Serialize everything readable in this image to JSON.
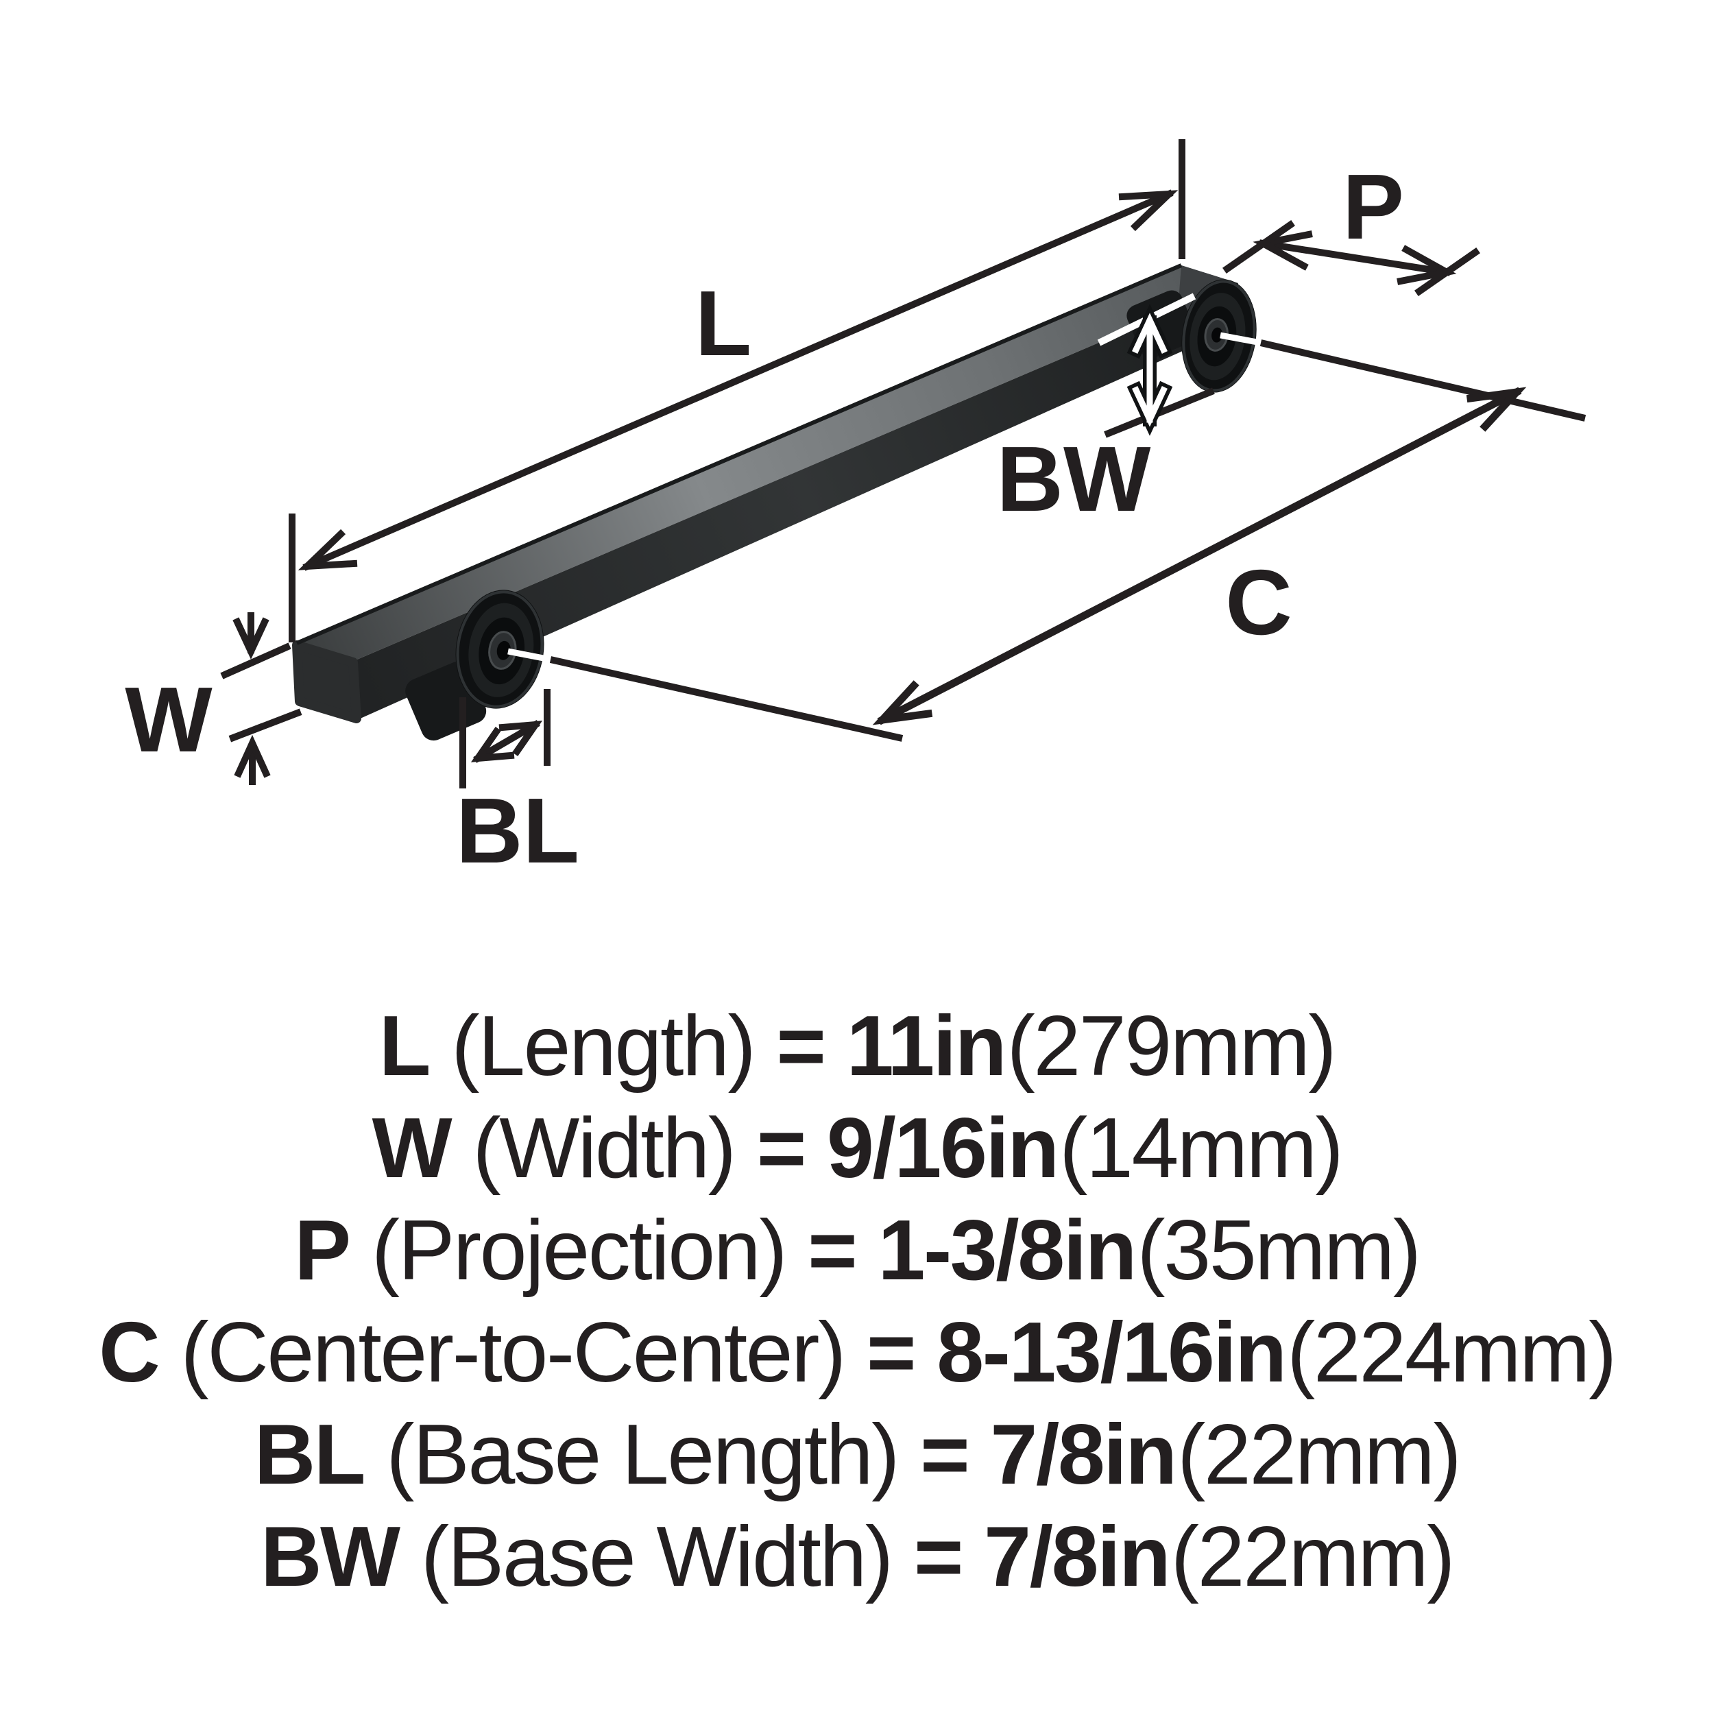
{
  "diagram": {
    "labels": {
      "L": "L",
      "P": "P",
      "BW": "BW",
      "C": "C",
      "W": "W",
      "BL": "BL"
    },
    "ink_color": "#231f20",
    "handle_color": "#1d1f20"
  },
  "specs": {
    "equals": "=",
    "lines": [
      {
        "symbol": "L",
        "name": "(Length)",
        "value": "11in",
        "metric": "(279mm)"
      },
      {
        "symbol": "W",
        "name": "(Width)",
        "value": "9/16in",
        "metric": "(14mm)"
      },
      {
        "symbol": "P",
        "name": "(Projection)",
        "value": "1-3/8in",
        "metric": "(35mm)"
      },
      {
        "symbol": "C",
        "name": "(Center-to-Center)",
        "value": "8-13/16in",
        "metric": "(224mm)"
      },
      {
        "symbol": "BL",
        "name": "(Base Length)",
        "value": "7/8in",
        "metric": "(22mm)"
      },
      {
        "symbol": "BW",
        "name": "(Base Width)",
        "value": "7/8in",
        "metric": "(22mm)"
      }
    ]
  }
}
